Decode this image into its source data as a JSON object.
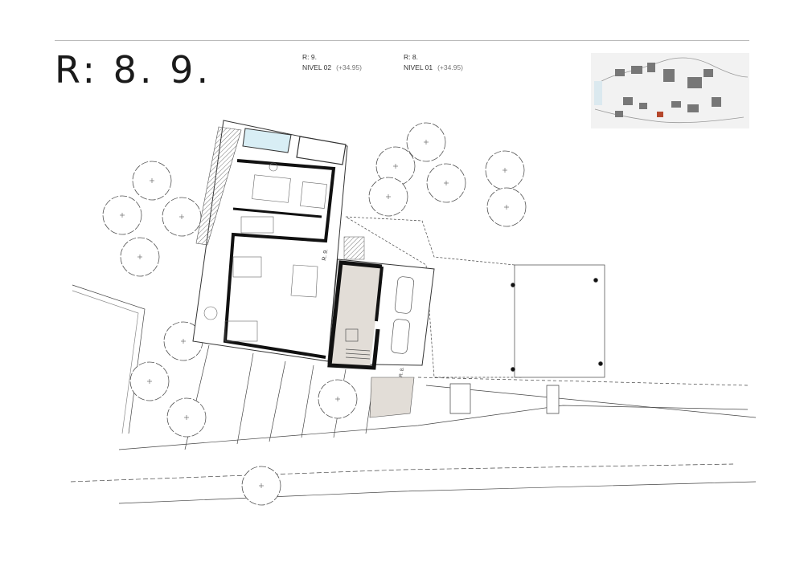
{
  "header": {
    "title": "R: 8. 9.",
    "levels": [
      {
        "unit": "R: 9.",
        "level": "NIVEL 02",
        "elevation": "(+34.95)"
      },
      {
        "unit": "R: 8.",
        "level": "NIVEL 01",
        "elevation": "(+34.95)"
      }
    ]
  },
  "plan": {
    "labels": {
      "r9": "R. 9.",
      "r8": "R. 8."
    },
    "colors": {
      "highlight_fill": "#e2ddd7",
      "wall": "#111111",
      "pool": "#d8eef5",
      "minimap_marker": "#b5472c"
    }
  }
}
